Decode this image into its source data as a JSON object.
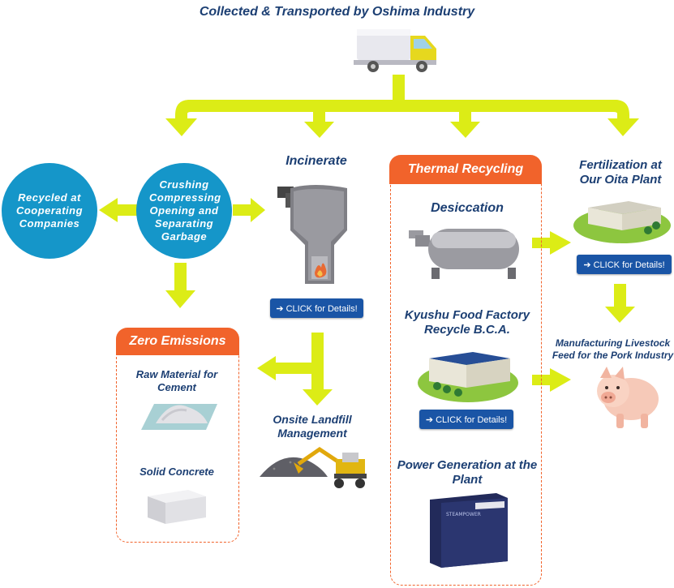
{
  "header": {
    "title": "Collected & Transported by Oshima Industry"
  },
  "nodes": {
    "recycled": "Recycled at Cooperating Companies",
    "crushing": "Crushing Compressing Opening and Separating Garbage",
    "incinerate": "Incinerate",
    "thermal": "Thermal Recycling",
    "fertilization": "Fertilization at Our Oita Plant",
    "desiccation": "Desiccation",
    "kyushu": "Kyushu Food Factory Recycle B.C.A.",
    "livestock": "Manufacturing Livestock Feed for the Pork Industry",
    "zero": "Zero Emissions",
    "cement": "Raw Material for Cement",
    "concrete": "Solid Concrete",
    "landfill": "Onsite Landfill Management",
    "power": "Power Generation at the Plant",
    "power_unit_label": "STEAMPOWER"
  },
  "buttons": {
    "incinerate": "➔ CLICK for Details!",
    "fertilization": "➔ CLICK for Details!",
    "kyushu": "➔ CLICK for Details!"
  },
  "colors": {
    "arrow": "#dcec16",
    "circle": "#1596c9",
    "accent": "#f1632b",
    "button": "#1a55a6",
    "text": "#1c3f73"
  }
}
